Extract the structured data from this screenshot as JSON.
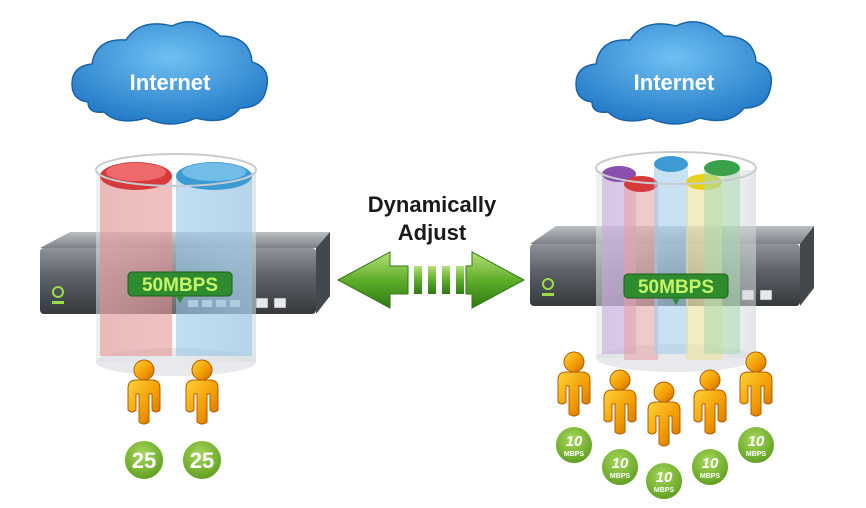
{
  "left": {
    "cloud_label": "Internet",
    "bandwidth": "50MBPS",
    "badges": [
      "25",
      "25"
    ]
  },
  "right": {
    "cloud_label": "Internet",
    "bandwidth": "50MBPS",
    "badges": [
      {
        "value": "10",
        "unit": "MBPS"
      },
      {
        "value": "10",
        "unit": "MBPS"
      },
      {
        "value": "10",
        "unit": "MBPS"
      },
      {
        "value": "10",
        "unit": "MBPS"
      },
      {
        "value": "10",
        "unit": "MBPS"
      }
    ]
  },
  "center": {
    "line1": "Dynamically",
    "line2": "Adjust"
  },
  "colors": {
    "cloud": "#2f8fd6",
    "badge_green": "#7cb82f",
    "label_green": "#2e8b2e",
    "user_orange": "#f29a00",
    "arrow_green": "#5fae2a",
    "pipe_red": "#d63a3a",
    "pipe_blue": "#3d9bd4",
    "pipe_purple": "#8b4fb0",
    "pipe_yellow": "#e8d020",
    "pipe_green": "#3aa04a"
  }
}
